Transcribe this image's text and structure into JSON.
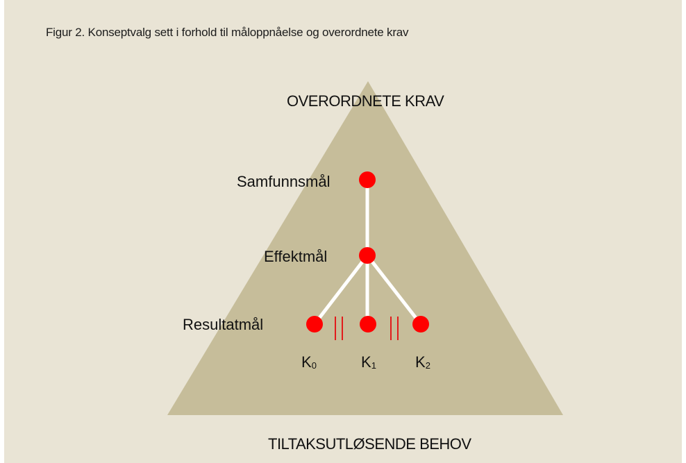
{
  "caption": "Figur 2. Konseptvalg sett i forhold til måloppnåelse og overordnete krav",
  "top_label": "OVERORDNETE KRAV",
  "bottom_label": "TILTAKSUTLØSENDE BEHOV",
  "levels": {
    "samfunn": "Samfunnsmål",
    "effekt": "Effektmål",
    "resultat": "Resultatmål"
  },
  "concepts": [
    {
      "letter": "K",
      "sub": "0"
    },
    {
      "letter": "K",
      "sub": "1"
    },
    {
      "letter": "K",
      "sub": "2"
    }
  ],
  "colors": {
    "background": "#e9e4d5",
    "triangle": "#c6bd9a",
    "node": "#ff0000",
    "connector": "#ffffff",
    "separator": "#e21b1b"
  }
}
